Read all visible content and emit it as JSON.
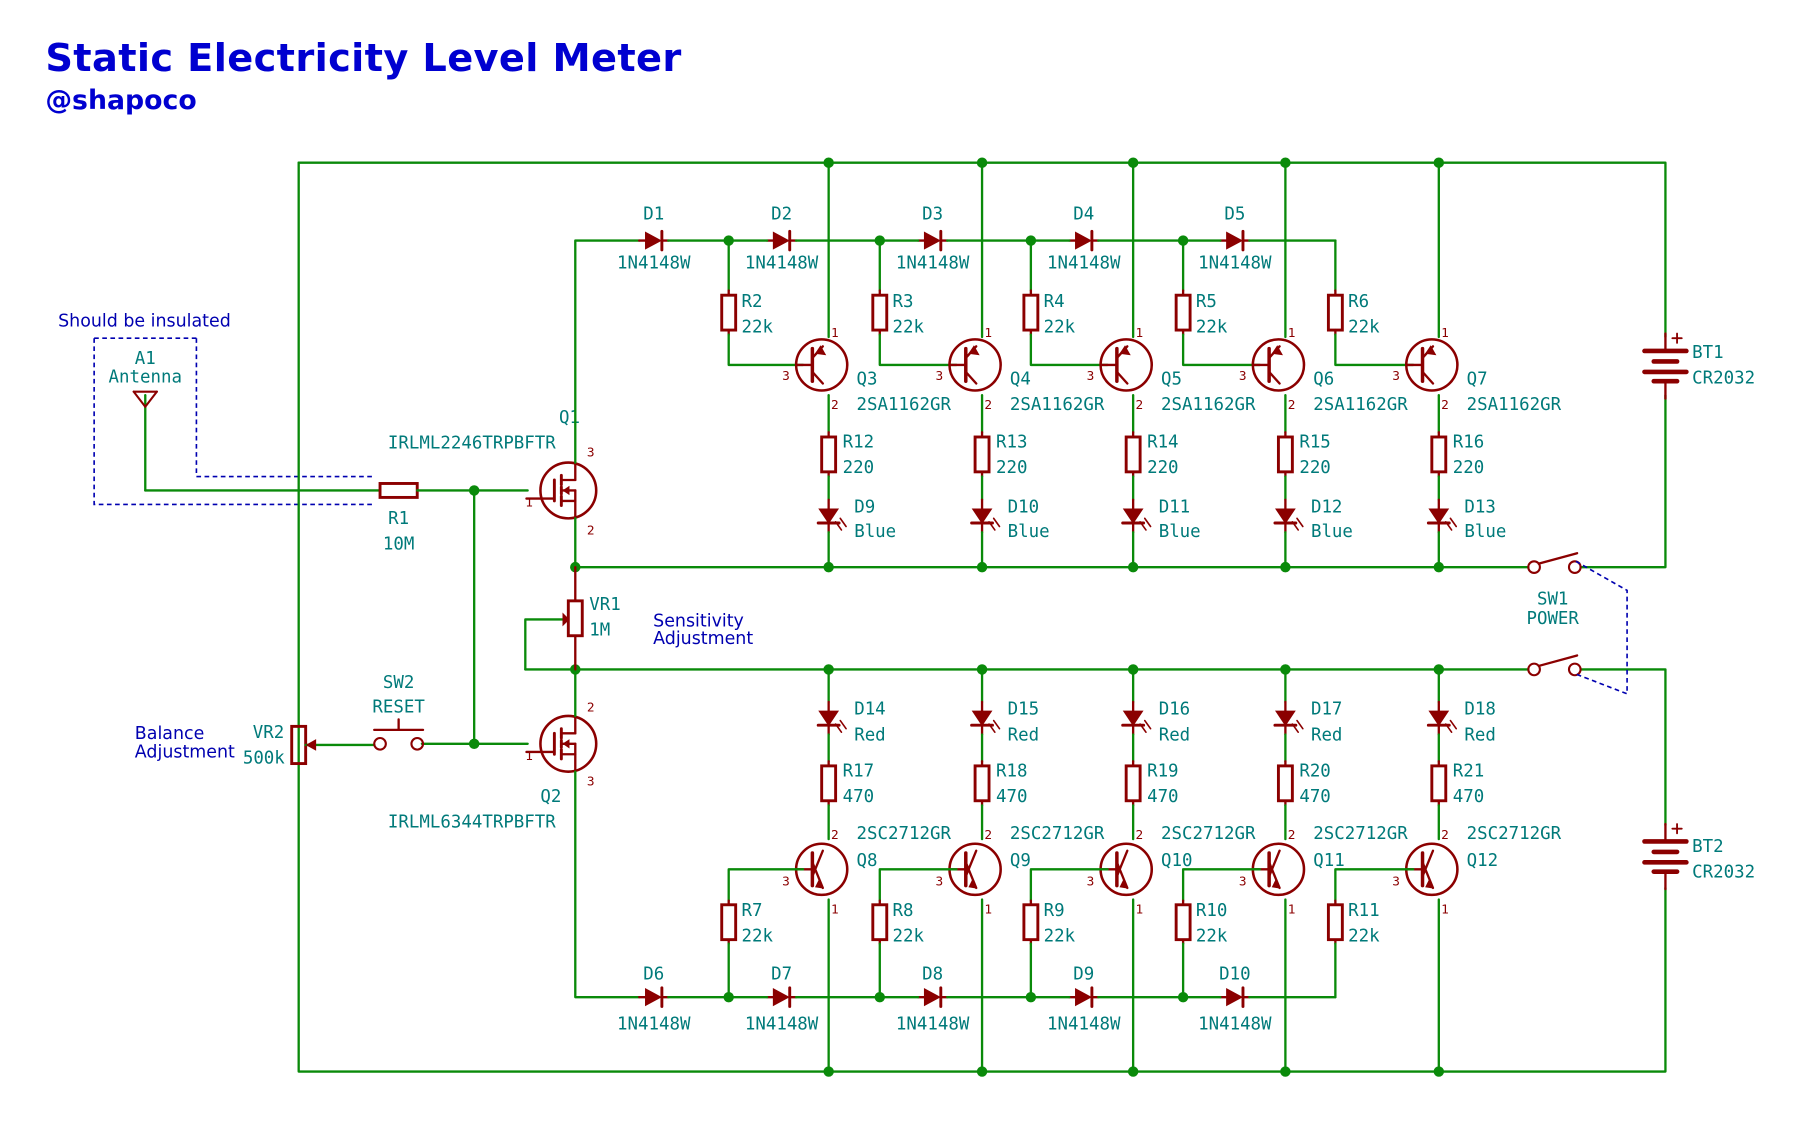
{
  "title": "Static Electricity Level Meter",
  "author": "@shapoco",
  "colors": {
    "wire": "#0a8a0a",
    "symbol": "#8b0000",
    "label": "#007a7a",
    "note": "#0000b0",
    "title": "#0000d0"
  },
  "notes": {
    "insulated": "Should be insulated",
    "sensitivity_1": "Sensitivity",
    "sensitivity_2": "Adjustment",
    "balance_1": "Balance",
    "balance_2": "Adjustment"
  },
  "antenna": {
    "ref": "A1",
    "value": "Antenna"
  },
  "r1": {
    "ref": "R1",
    "value": "10M"
  },
  "q1": {
    "ref": "Q1",
    "value": "IRLML2246TRPBFTR"
  },
  "q2": {
    "ref": "Q2",
    "value": "IRLML6344TRPBFTR"
  },
  "vr1": {
    "ref": "VR1",
    "value": "1M"
  },
  "vr2": {
    "ref": "VR2",
    "value": "500k"
  },
  "sw1": {
    "ref": "SW1",
    "value": "POWER"
  },
  "sw2": {
    "ref": "SW2",
    "value": "RESET"
  },
  "bt1": {
    "ref": "BT1",
    "value": "CR2032"
  },
  "bt2": {
    "ref": "BT2",
    "value": "CR2032"
  },
  "top_diodes": [
    {
      "ref": "D1",
      "value": "1N4148W"
    },
    {
      "ref": "D2",
      "value": "1N4148W"
    },
    {
      "ref": "D3",
      "value": "1N4148W"
    },
    {
      "ref": "D4",
      "value": "1N4148W"
    },
    {
      "ref": "D5",
      "value": "1N4148W"
    }
  ],
  "bottom_diodes": [
    {
      "ref": "D6",
      "value": "1N4148W"
    },
    {
      "ref": "D7",
      "value": "1N4148W"
    },
    {
      "ref": "D8",
      "value": "1N4148W"
    },
    {
      "ref": "D9",
      "value": "1N4148W"
    },
    {
      "ref": "D10",
      "value": "1N4148W"
    }
  ],
  "top_stages": [
    {
      "base_r": "R2",
      "base_r_value": "22k",
      "q": "Q3",
      "q_value": "2SA1162GR",
      "led_r": "R12",
      "led_r_value": "220",
      "led": "D9",
      "led_value": "Blue"
    },
    {
      "base_r": "R3",
      "base_r_value": "22k",
      "q": "Q4",
      "q_value": "2SA1162GR",
      "led_r": "R13",
      "led_r_value": "220",
      "led": "D10",
      "led_value": "Blue"
    },
    {
      "base_r": "R4",
      "base_r_value": "22k",
      "q": "Q5",
      "q_value": "2SA1162GR",
      "led_r": "R14",
      "led_r_value": "220",
      "led": "D11",
      "led_value": "Blue"
    },
    {
      "base_r": "R5",
      "base_r_value": "22k",
      "q": "Q6",
      "q_value": "2SA1162GR",
      "led_r": "R15",
      "led_r_value": "220",
      "led": "D12",
      "led_value": "Blue"
    },
    {
      "base_r": "R6",
      "base_r_value": "22k",
      "q": "Q7",
      "q_value": "2SA1162GR",
      "led_r": "R16",
      "led_r_value": "220",
      "led": "D13",
      "led_value": "Blue"
    }
  ],
  "bottom_stages": [
    {
      "base_r": "R7",
      "base_r_value": "22k",
      "q": "Q8",
      "q_value": "2SC2712GR",
      "led_r": "R17",
      "led_r_value": "470",
      "led": "D14",
      "led_value": "Red"
    },
    {
      "base_r": "R8",
      "base_r_value": "22k",
      "q": "Q9",
      "q_value": "2SC2712GR",
      "led_r": "R18",
      "led_r_value": "470",
      "led": "D15",
      "led_value": "Red"
    },
    {
      "base_r": "R9",
      "base_r_value": "22k",
      "q": "Q10",
      "q_value": "2SC2712GR",
      "led_r": "R19",
      "led_r_value": "470",
      "led": "D16",
      "led_value": "Red"
    },
    {
      "base_r": "R10",
      "base_r_value": "22k",
      "q": "Q11",
      "q_value": "2SC2712GR",
      "led_r": "R20",
      "led_r_value": "470",
      "led": "D17",
      "led_value": "Red"
    },
    {
      "base_r": "R11",
      "base_r_value": "22k",
      "q": "Q12",
      "q_value": "2SC2712GR",
      "led_r": "R21",
      "led_r_value": "470",
      "led": "D18",
      "led_value": "Red"
    }
  ],
  "pins": {
    "one": "1",
    "two": "2",
    "three": "3"
  }
}
